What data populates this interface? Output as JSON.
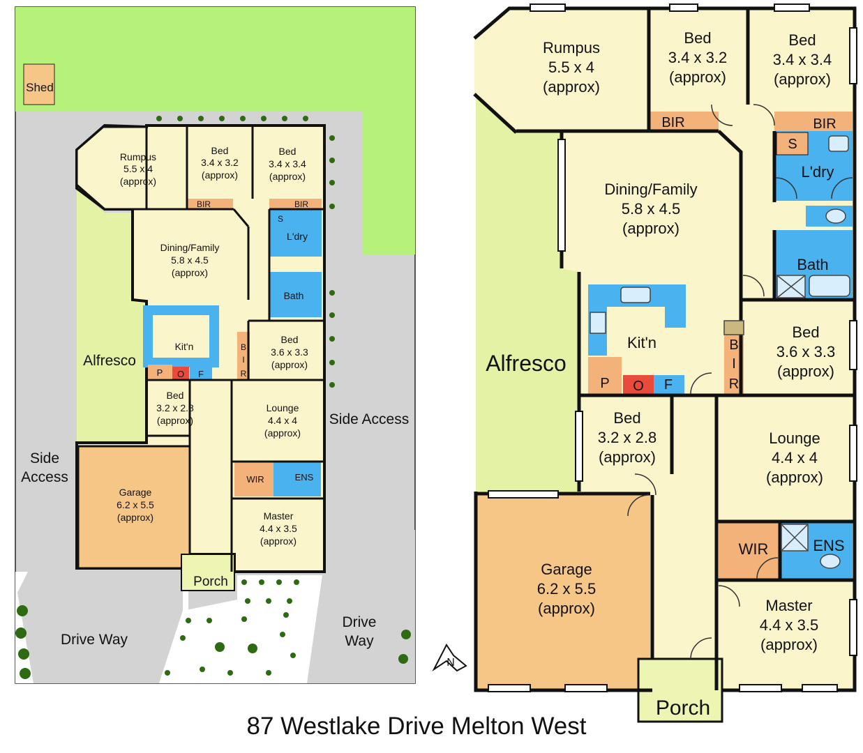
{
  "caption": "87 Westlake Drive Melton West",
  "colors": {
    "grass": "#b6f27a",
    "paving": "#d3d3d3",
    "interior": "#fbf5cc",
    "alfresco": "#e4f2a6",
    "garage": "#f6c687",
    "wet_area": "#49b2ef",
    "storage": "#f2b27a",
    "oven": "#ea4a3a",
    "porch": "#eef5b2",
    "wall": "#111111"
  },
  "site": {
    "shed": "Shed",
    "side_access_left": [
      "Side",
      "Access"
    ],
    "side_access_right": "Side Access",
    "drive_way_left": "Drive Way",
    "drive_way_right": [
      "Drive",
      "Way"
    ]
  },
  "rooms": {
    "rumpus": {
      "name": "Rumpus",
      "dims": "5.5 x 4",
      "approx": "(approx)"
    },
    "bed2": {
      "name": "Bed",
      "dims": "3.4 x 3.2",
      "approx": "(approx)"
    },
    "bed3": {
      "name": "Bed",
      "dims": "3.4 x 3.4",
      "approx": "(approx)"
    },
    "dining": {
      "name": "Dining/Family",
      "dims": "5.8 x 4.5",
      "approx": "(approx)"
    },
    "laundry": {
      "name": "L'dry"
    },
    "bath": {
      "name": "Bath"
    },
    "bed4": {
      "name": "Bed",
      "dims": "3.6 x 3.3",
      "approx": "(approx)"
    },
    "kitchen": {
      "name": "Kit'n"
    },
    "alfresco": {
      "name": "Alfresco"
    },
    "bed5": {
      "name": "Bed",
      "dims": "3.2 x 2.8",
      "approx": "(approx)"
    },
    "lounge": {
      "name": "Lounge",
      "dims": "4.4 x 4",
      "approx": "(approx)"
    },
    "garage": {
      "name": "Garage",
      "dims": "6.2 x 5.5",
      "approx": "(approx)"
    },
    "master": {
      "name": "Master",
      "dims": "4.4 x 3.5",
      "approx": "(approx)"
    },
    "wir": {
      "name": "WIR"
    },
    "ens": {
      "name": "ENS"
    },
    "porch": {
      "name": "Porch"
    }
  },
  "labels": {
    "bir": "BIR",
    "bir_v": [
      "B",
      "I",
      "R"
    ],
    "s": "S",
    "p": "P",
    "o": "O",
    "f": "F"
  }
}
